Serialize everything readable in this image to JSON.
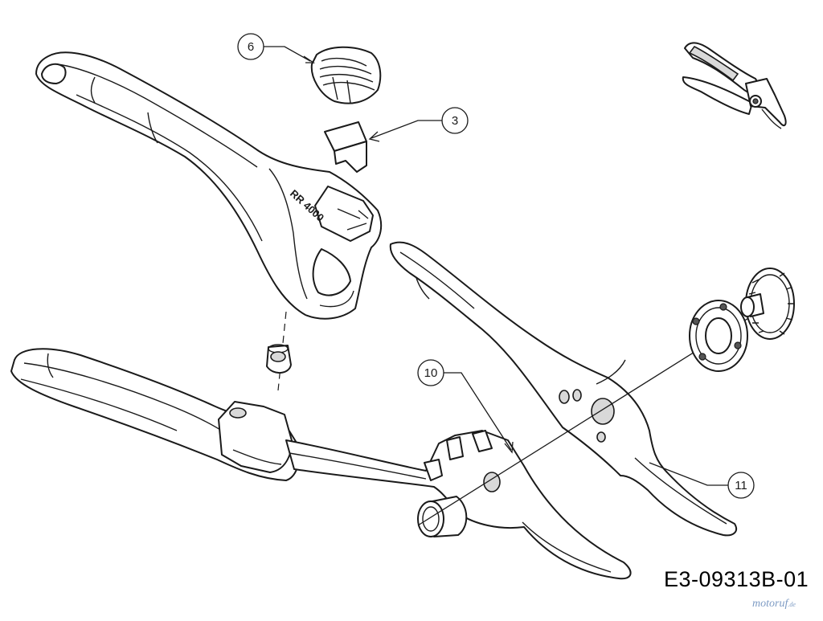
{
  "diagram": {
    "drawing_code": "E3-09313B-01",
    "handle_engraving": "RR 4000",
    "watermark": {
      "text": "motoruf",
      "suffix": ".de"
    },
    "callouts": [
      {
        "id": "callout-6",
        "label": "6"
      },
      {
        "id": "callout-3",
        "label": "3"
      },
      {
        "id": "callout-10",
        "label": "10"
      },
      {
        "id": "callout-11",
        "label": "11"
      }
    ]
  }
}
